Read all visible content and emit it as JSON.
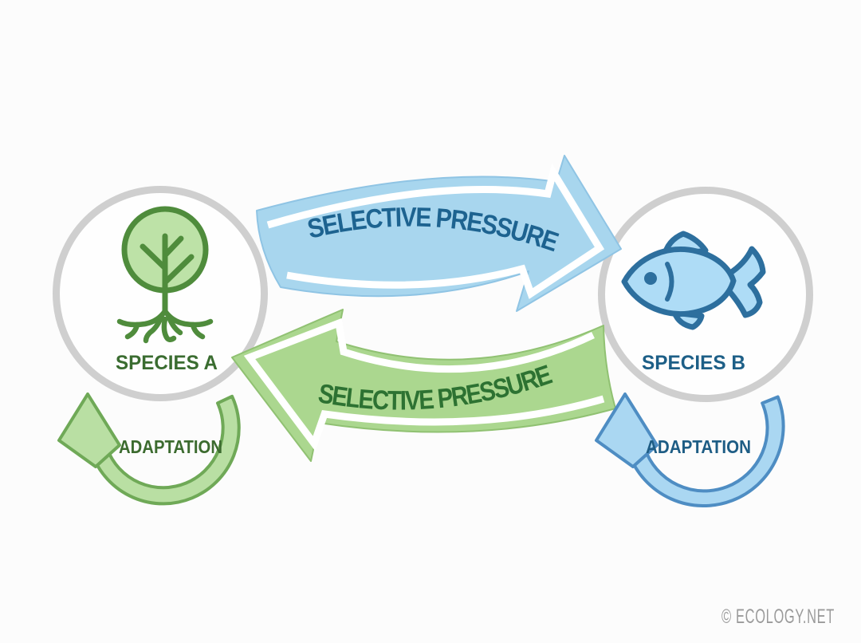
{
  "species_a": {
    "label": "SPECIES A",
    "icon": "tree-icon"
  },
  "species_b": {
    "label": "SPECIES B",
    "icon": "fish-icon"
  },
  "arrow_top": {
    "label": "SELECTIVE PRESSURE",
    "direction": "a-to-b"
  },
  "arrow_bottom": {
    "label": "SELECTIVE PRESSURE",
    "direction": "b-to-a"
  },
  "loop_left": {
    "label": "ADAPTATION"
  },
  "loop_right": {
    "label": "ADAPTATION"
  },
  "watermark": "© ECOLOGY.NET",
  "colors": {
    "blue_band": "#a8d6ee",
    "blue_band_text": "#1d6390",
    "green_band": "#abd78f",
    "green_band_text": "#2d7232",
    "species_a_text": "#3a6c30",
    "species_b_text": "#1d5f87",
    "adaptation_left_text": "#3c6b2f",
    "adaptation_right_text": "#1e5d85",
    "loop_green_fill": "#b9dfa3",
    "loop_green_stroke": "#6fa957",
    "loop_blue_fill": "#aad7f2",
    "loop_blue_stroke": "#4e8dc3",
    "circle_ring": "#cfcfcf",
    "tree_green": "#4f8c3c",
    "tree_canopy_fill": "#bde2a7",
    "fish_outline": "#2d6f9e",
    "fish_fill": "#aedcf6",
    "watermark_gray": "#9a9a9a"
  }
}
